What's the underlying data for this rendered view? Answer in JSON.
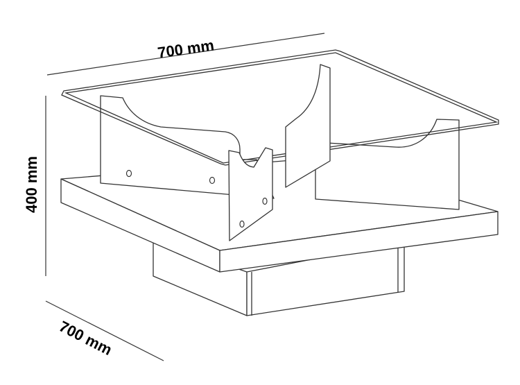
{
  "dimensions": {
    "width_label": "700 mm",
    "height_label": "400 mm",
    "depth_label": "700 mm"
  },
  "colors": {
    "stroke": "#333333",
    "fill": "#ffffff",
    "text": "#000000"
  }
}
